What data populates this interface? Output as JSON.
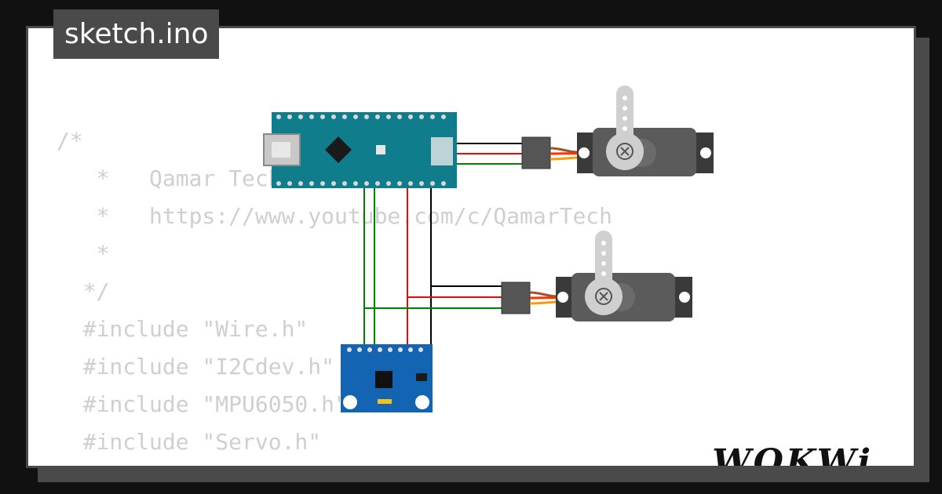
{
  "header": {
    "title": "sketch.ino"
  },
  "code_lines": [
    "/*",
    "   *   Qamar Tech",
    "   *   https://www.youtube.com/c/QamarTech",
    "   *",
    "  */",
    "  #include \"Wire.h\"",
    "  #include \"I2Cdev.h\"",
    "  #include \"MPU6050.h\"",
    "  #include \"Servo.h\""
  ],
  "logo": {
    "text": "WOKWi"
  },
  "circuit": {
    "board": {
      "name": "arduino-nano",
      "color": "#0f7d8c"
    },
    "sensor": {
      "name": "mpu6050",
      "color": "#1464b4"
    },
    "servos": [
      {
        "name": "servo-1",
        "color": "#5b5b5b"
      },
      {
        "name": "servo-2",
        "color": "#5b5b5b"
      }
    ],
    "wire_colors": {
      "ground": "#000000",
      "power": "#ff0000",
      "signal": "#008000"
    }
  }
}
